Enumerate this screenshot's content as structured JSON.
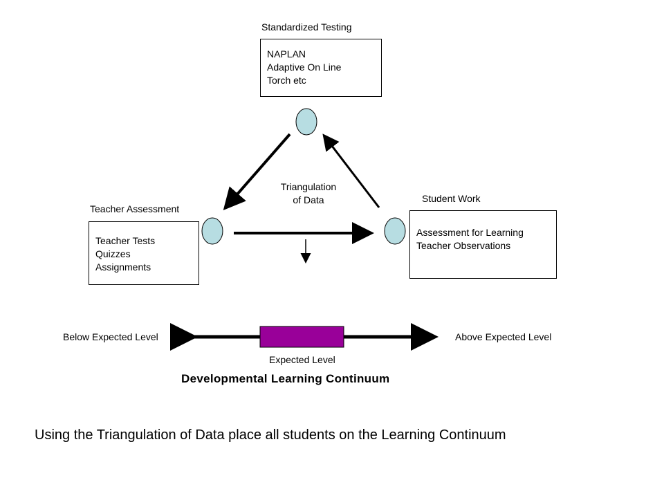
{
  "nodes": {
    "standardized": {
      "title": "Standardized Testing",
      "lines": [
        "NAPLAN",
        "Adaptive On Line",
        "Torch etc"
      ]
    },
    "teacher": {
      "title": "Teacher Assessment",
      "lines": [
        "Teacher Tests",
        "Quizzes",
        "Assignments"
      ]
    },
    "student": {
      "title": "Student Work",
      "lines": [
        "Assessment for Learning",
        "Teacher Observations"
      ]
    }
  },
  "center_label": {
    "line1": "Triangulation",
    "line2": "of Data"
  },
  "continuum": {
    "left_label": "Below Expected Level",
    "right_label": "Above Expected Level",
    "middle_label": "Expected Level",
    "title": "Developmental Learning Continuum"
  },
  "instruction": "Using the Triangulation of Data place all students on the Learning Continuum",
  "colors": {
    "node_fill": "#b7dde2",
    "expected_bar": "#990099"
  }
}
